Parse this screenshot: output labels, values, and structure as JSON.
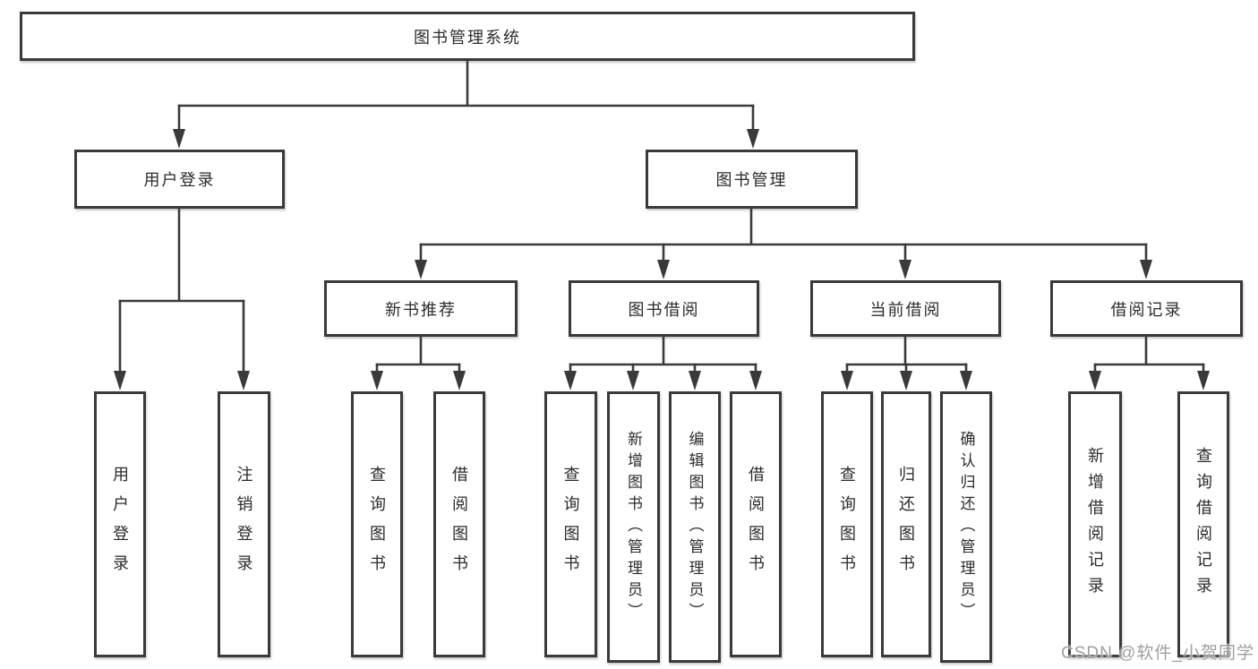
{
  "diagram_title": "图书管理系统",
  "watermark": "CSDN @软件_小贺同学",
  "colors": {
    "background": "#ffffff",
    "box_border": "#3a3a3a",
    "connector": "#3a3a3a",
    "text": "#2b2b2b",
    "watermark_text": "#9f9f9f"
  },
  "nodes": {
    "root": "图书管理系统",
    "userLogin": "用户登录",
    "bookMgmt": "图书管理",
    "newBookRec": "新书推荐",
    "bookBorrow": "图书借阅",
    "currentBorrow": "当前借阅",
    "borrowRecord": "借阅记录",
    "leafUserLogin": "用户登录",
    "leafLogout": "注销登录",
    "leafNbrQuery": "查询图书",
    "leafNbrBorrow": "借阅图书",
    "leafBbQuery": "查询图书",
    "leafBbAdd": "新增图书（管理员）",
    "leafBbEdit": "编辑图书（管理员）",
    "leafBbBorrow": "借阅图书",
    "leafCbQuery": "查询图书",
    "leafCbReturn": "归还图书",
    "leafCbConfirm": "确认归还（管理员）",
    "leafBrAdd": "新增借阅记录",
    "leafBrQuery": "查询借阅记录"
  },
  "hierarchy": {
    "图书管理系统": {
      "用户登录": [
        "用户登录",
        "注销登录"
      ],
      "图书管理": {
        "新书推荐": [
          "查询图书",
          "借阅图书"
        ],
        "图书借阅": [
          "查询图书",
          "新增图书（管理员）",
          "编辑图书（管理员）",
          "借阅图书"
        ],
        "当前借阅": [
          "查询图书",
          "归还图书",
          "确认归还（管理员）"
        ],
        "借阅记录": [
          "新增借阅记录",
          "查询借阅记录"
        ]
      }
    }
  }
}
